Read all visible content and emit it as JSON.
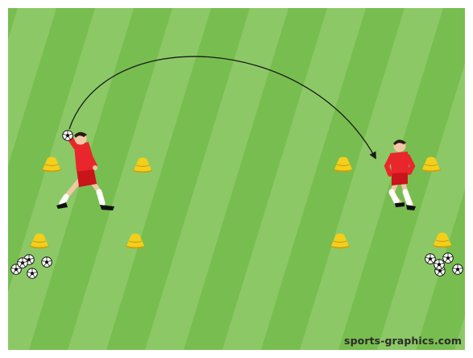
{
  "drill": {
    "watermark": "sports-graphics.com",
    "colors": {
      "grass_light": "#8cc966",
      "grass_dark": "#78bd4f",
      "cone": "#f3cf1c",
      "cone_shadow": "#caa10d",
      "jersey": "#e8262b",
      "skin": "#f1c8a5",
      "arrow": "#1a1a1a"
    },
    "elements": {
      "players": 2,
      "cones": 8,
      "ball_piles": 2,
      "balls_per_pile": 5,
      "pass_arrows": 1
    }
  }
}
